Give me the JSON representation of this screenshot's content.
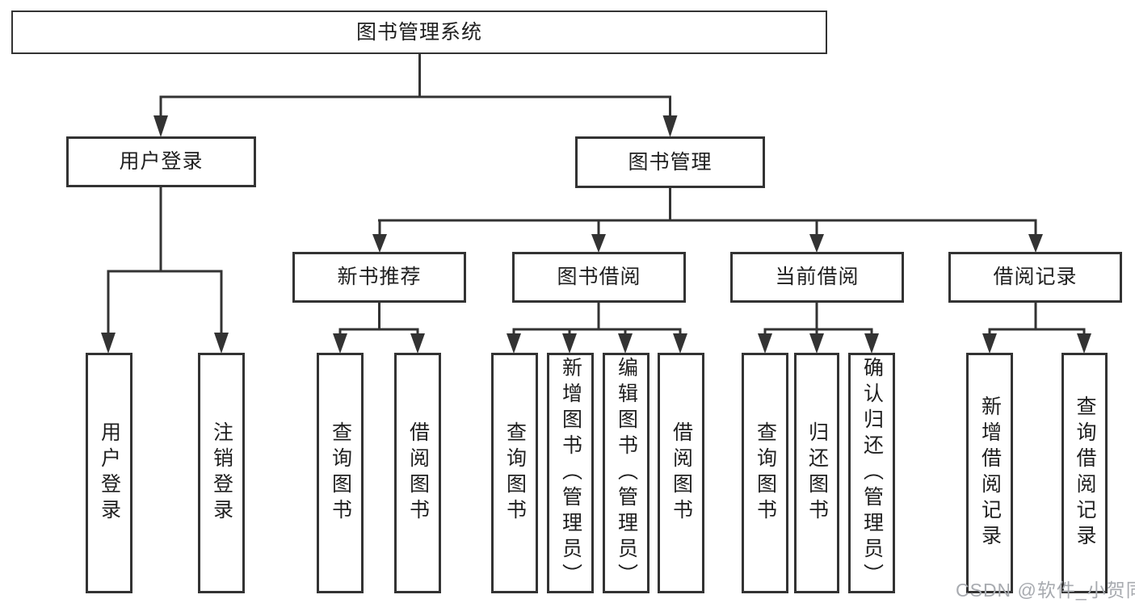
{
  "diagram": {
    "root": {
      "label": "图书管理系统"
    },
    "level2": [
      {
        "label": "用户登录",
        "children": [
          {
            "label": "用户登录"
          },
          {
            "label": "注销登录"
          }
        ]
      },
      {
        "label": "图书管理",
        "children": [
          {
            "label": "新书推荐",
            "children": [
              {
                "label": "查询图书"
              },
              {
                "label": "借阅图书"
              }
            ]
          },
          {
            "label": "图书借阅",
            "children": [
              {
                "label": "查询图书"
              },
              {
                "label": "新增图书（管理员）"
              },
              {
                "label": "编辑图书（管理员）"
              },
              {
                "label": "借阅图书"
              }
            ]
          },
          {
            "label": "当前借阅",
            "children": [
              {
                "label": "查询图书"
              },
              {
                "label": "归还图书"
              },
              {
                "label": "确认归还（管理员）"
              }
            ]
          },
          {
            "label": "借阅记录",
            "children": [
              {
                "label": "新增借阅记录"
              },
              {
                "label": "查询借阅记录"
              }
            ]
          }
        ]
      }
    ]
  },
  "watermark": {
    "text": "CSDN @软件_小贺同学"
  },
  "colors": {
    "line": "#333333",
    "text": "#1f1f1f",
    "watermark": "#a8abb0",
    "background": "#ffffff"
  }
}
